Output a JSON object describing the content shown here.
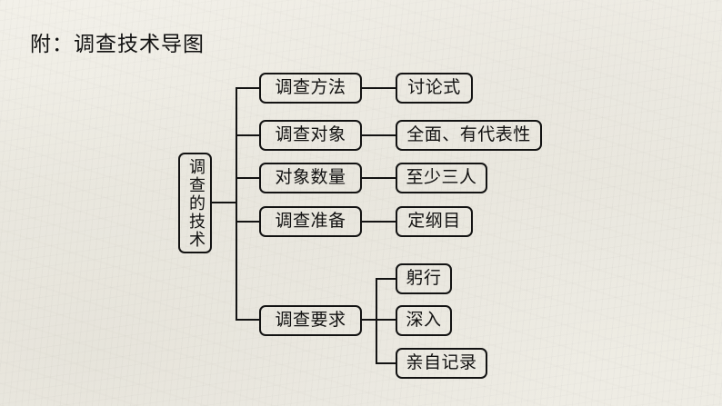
{
  "page": {
    "title": "附：调查技术导图",
    "background_color": "#f7f6f2",
    "ink_color": "#141414"
  },
  "diagram": {
    "type": "tree-mindmap",
    "root": {
      "label": "调查的技术",
      "orientation": "vertical"
    },
    "branches": [
      {
        "label": "调查方法",
        "children": [
          {
            "label": "讨论式"
          }
        ]
      },
      {
        "label": "调查对象",
        "children": [
          {
            "label": "全面、有代表性"
          }
        ]
      },
      {
        "label": "对象数量",
        "children": [
          {
            "label": "至少三人"
          }
        ]
      },
      {
        "label": "调查准备",
        "children": [
          {
            "label": "定纲目"
          }
        ]
      },
      {
        "label": "调查要求",
        "children": [
          {
            "label": "躬行"
          },
          {
            "label": "深入"
          },
          {
            "label": "亲自记录"
          }
        ]
      }
    ]
  }
}
